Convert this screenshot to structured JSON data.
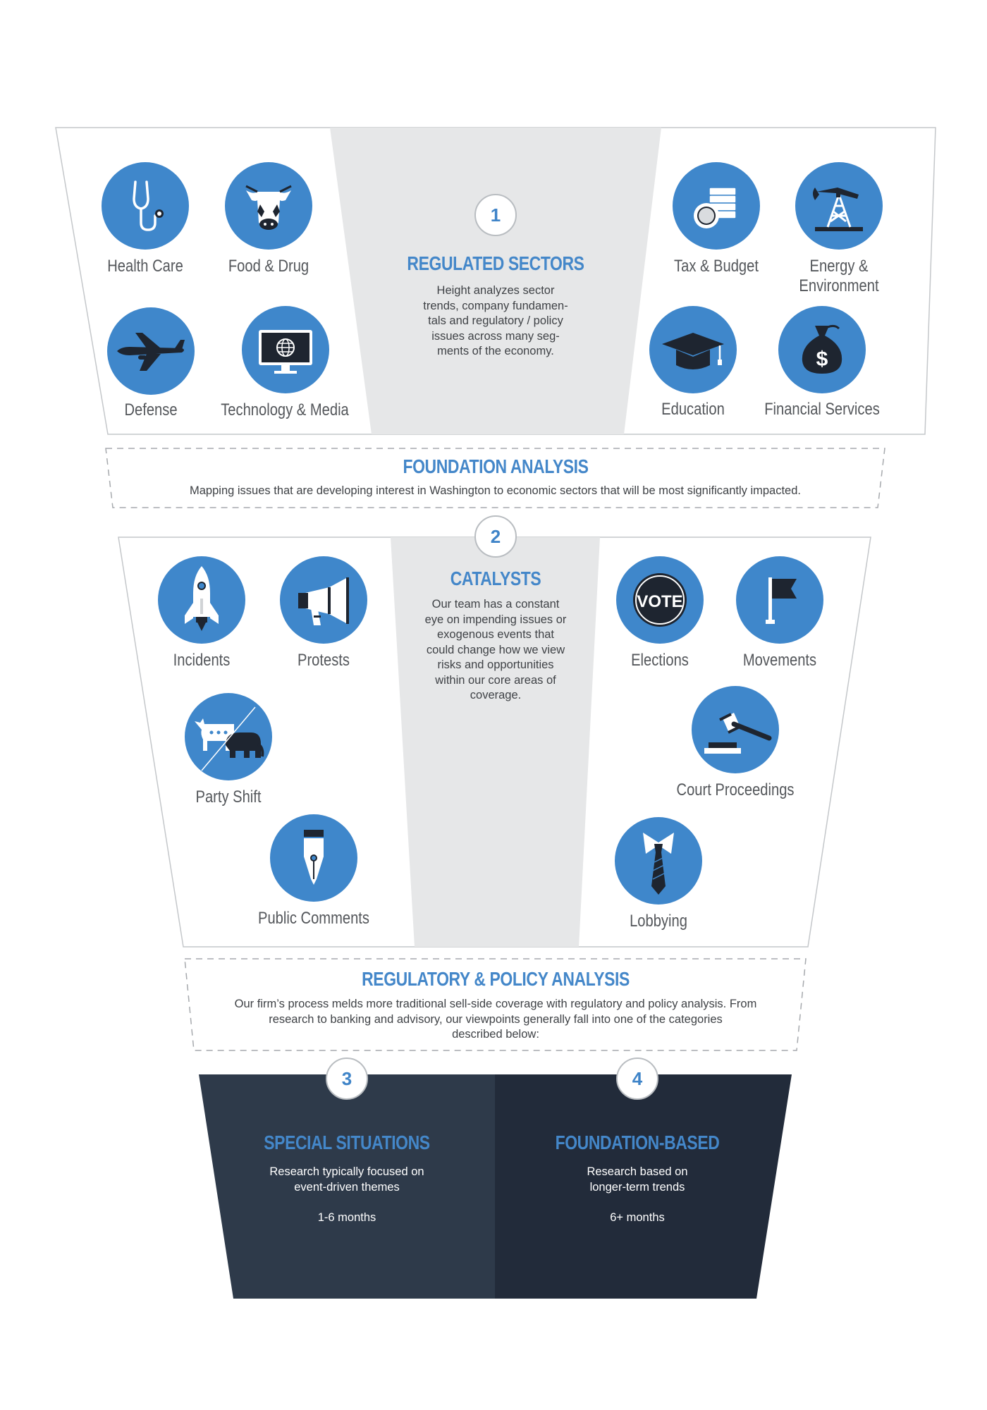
{
  "section1": {
    "number": "1",
    "title": "REGULATED SECTORS",
    "body": "Height analyzes sector\ntrends, company fundamen-\ntals and regulatory / policy\nissues across many seg-\nments of the economy.",
    "items": [
      {
        "label": "Health Care",
        "icon": "stethoscope-icon"
      },
      {
        "label": "Food & Drug",
        "icon": "cow-icon"
      },
      {
        "label": "Defense",
        "icon": "airplane-icon"
      },
      {
        "label": "Technology & Media",
        "icon": "monitor-globe-icon"
      },
      {
        "label": "Tax & Budget",
        "icon": "coins-icon"
      },
      {
        "label": "Energy &\nEnvironment",
        "icon": "oil-rig-icon"
      },
      {
        "label": "Education",
        "icon": "graduation-cap-icon"
      },
      {
        "label": "Financial Services",
        "icon": "money-bag-icon"
      }
    ]
  },
  "foundation_analysis": {
    "title": "FOUNDATION ANALYSIS",
    "body": "Mapping issues that are developing interest in Washington to economic sectors that will be most significantly impacted."
  },
  "section2": {
    "number": "2",
    "title": "CATALYSTS",
    "body": "Our team has a constant\neye on impending issues or\nexogenous events that\ncould change how we view\nrisks and opportunities\nwithin our core areas of\ncoverage.",
    "items": [
      {
        "label": "Incidents",
        "icon": "rocket-icon"
      },
      {
        "label": "Protests",
        "icon": "megaphone-icon"
      },
      {
        "label": "Party Shift",
        "icon": "donkey-elephant-icon"
      },
      {
        "label": "Public Comments",
        "icon": "fountain-pen-icon"
      },
      {
        "label": "Elections",
        "icon": "vote-icon",
        "icon_text": "VOTE"
      },
      {
        "label": "Movements",
        "icon": "flag-icon"
      },
      {
        "label": "Court Proceedings",
        "icon": "gavel-icon"
      },
      {
        "label": "Lobbying",
        "icon": "tie-icon"
      }
    ]
  },
  "regulatory_policy_analysis": {
    "title": "REGULATORY & POLICY ANALYSIS",
    "body": "Our firm’s process melds more traditional sell-side coverage with regulatory and policy analysis. From\nresearch to banking and advisory, our viewpoints generally fall into one of the categories\ndescribed below:"
  },
  "section3": {
    "number": "3",
    "title": "SPECIAL SITUATIONS",
    "body": "Research typically focused on\nevent-driven themes",
    "duration": "1-6 months"
  },
  "section4": {
    "number": "4",
    "title": "FOUNDATION-BASED",
    "body": "Research based on\nlonger-term trends",
    "duration": "6+ months"
  },
  "colors": {
    "accent_blue": "#3f87cb",
    "title_blue": "#4487c9",
    "dark_navy": "#222b3a",
    "slate": "#2e3a4a",
    "center_gray": "#e6e7e8"
  }
}
